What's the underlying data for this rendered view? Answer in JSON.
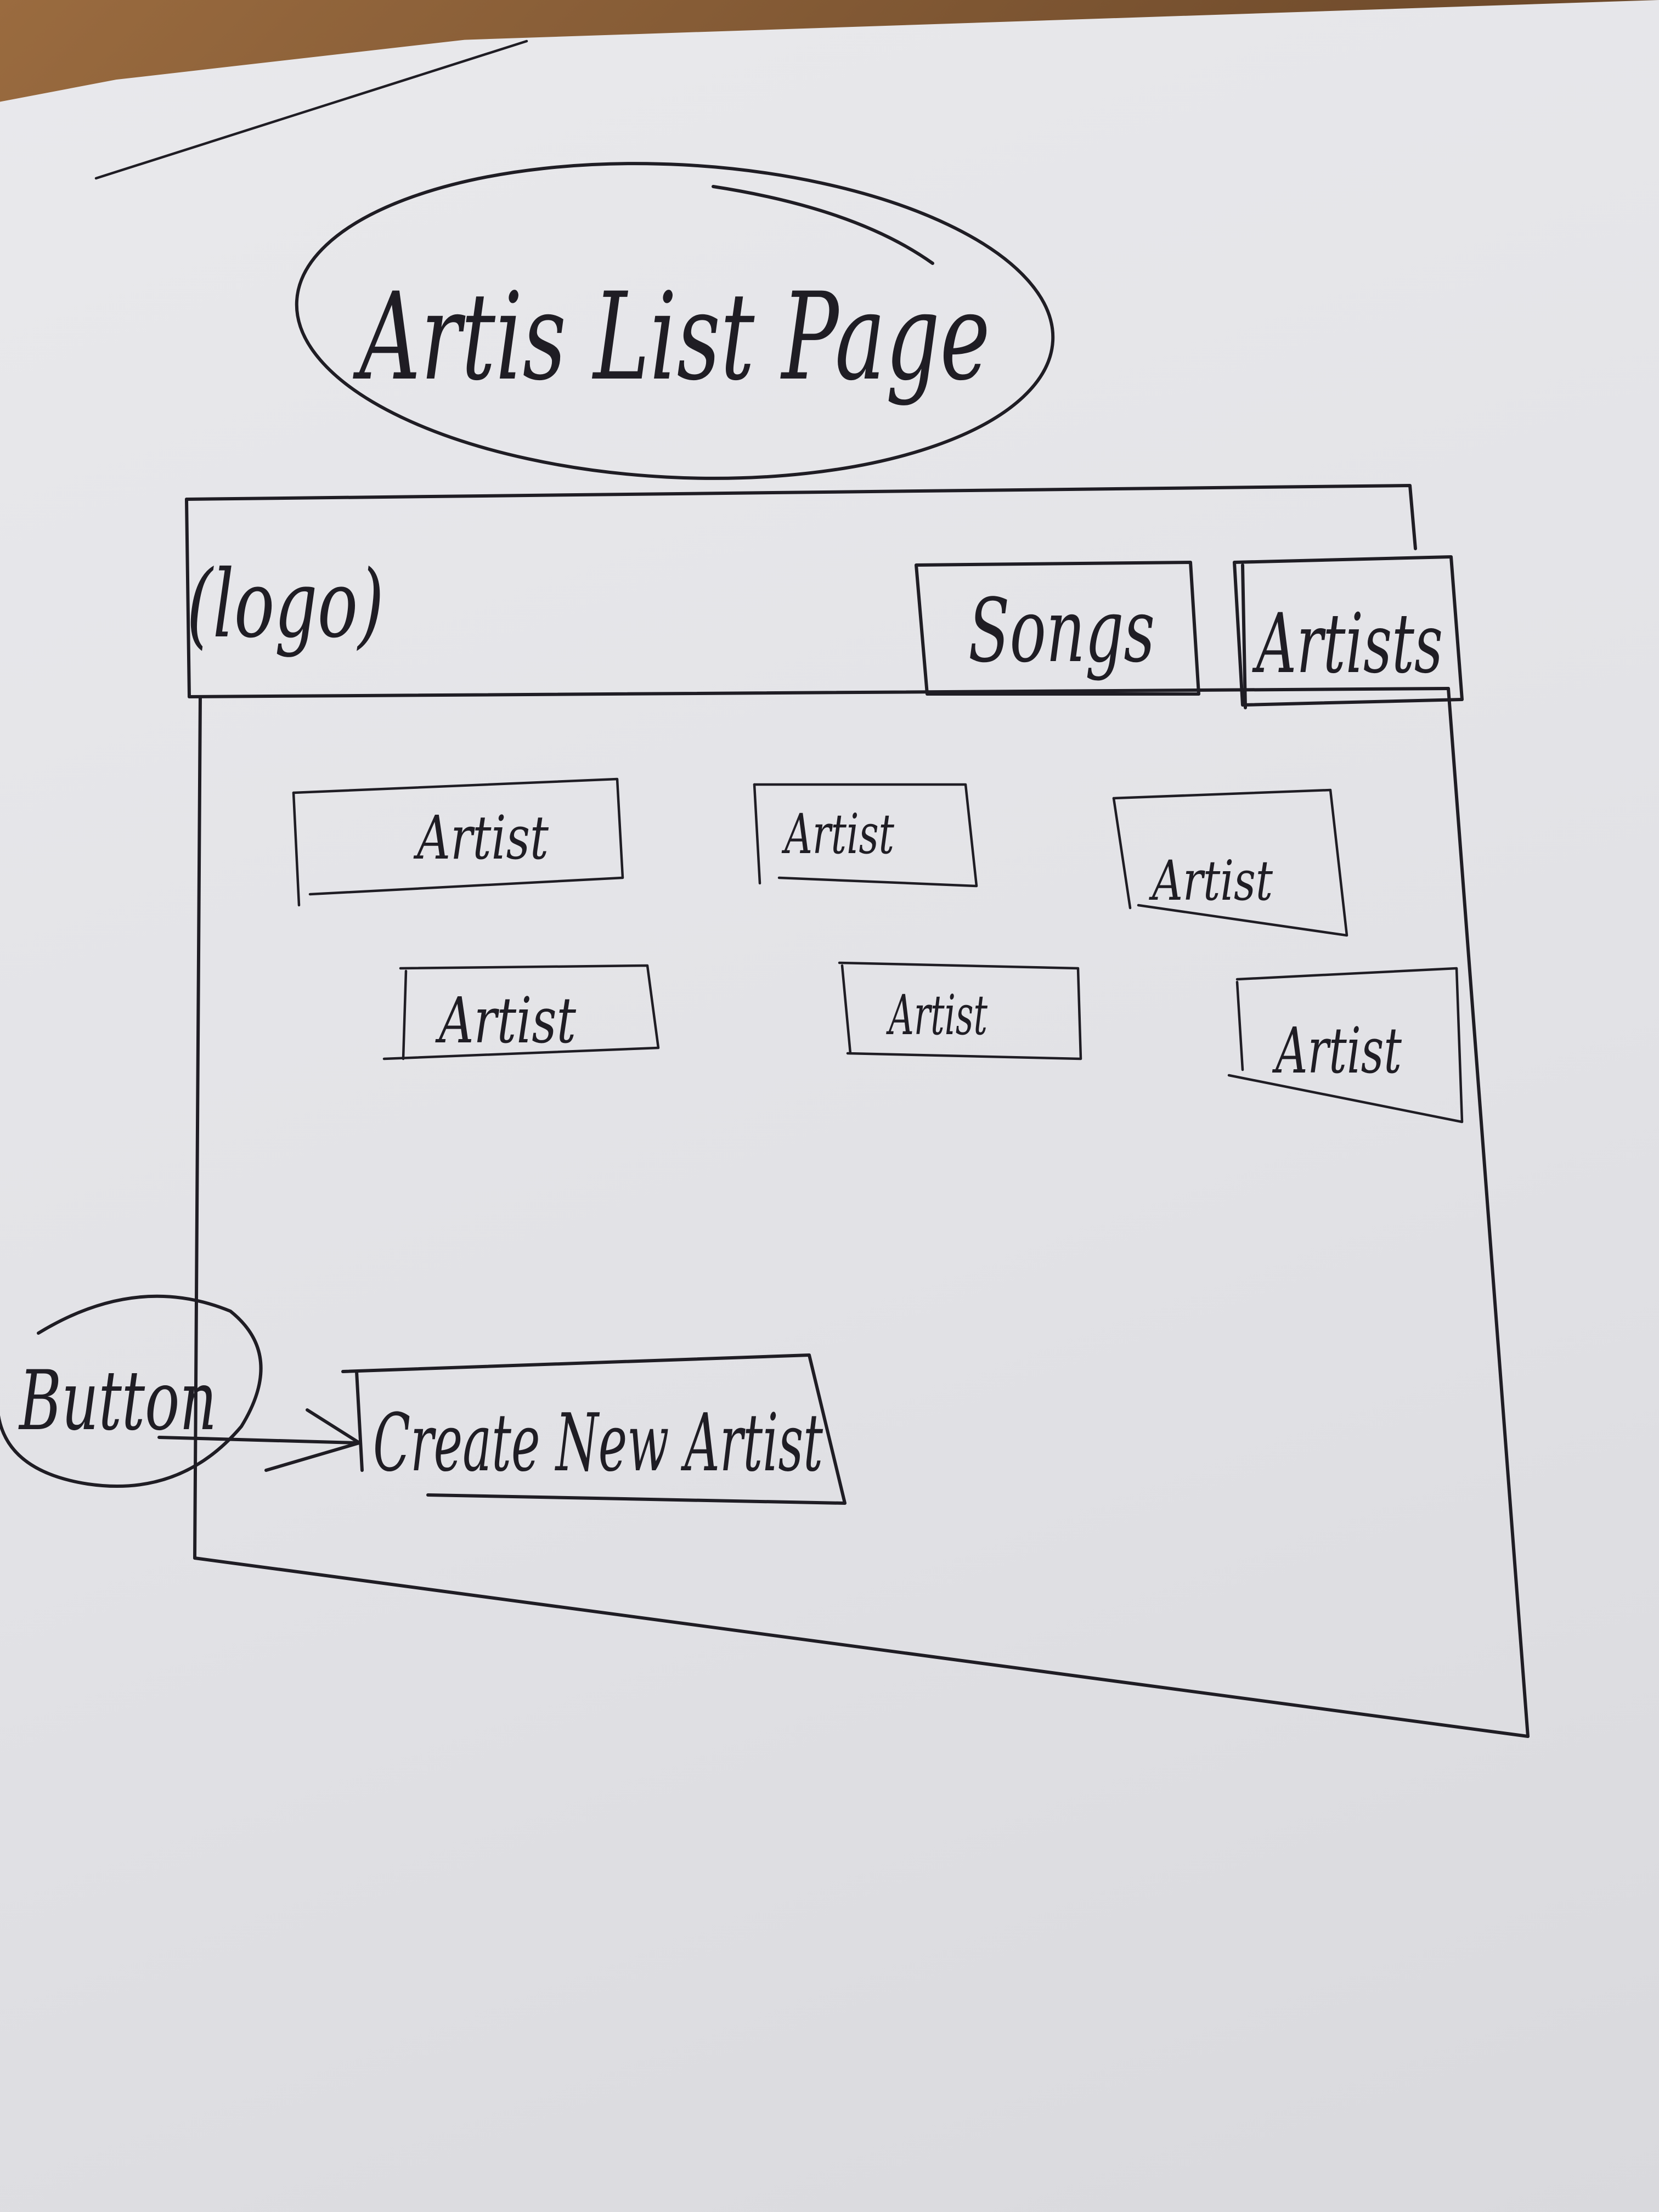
{
  "page_title": "Artis List Page",
  "header": {
    "logo": "(logo)",
    "nav": [
      {
        "label": "Songs"
      },
      {
        "label": "Artists"
      }
    ]
  },
  "artists": [
    {
      "label": "Artist"
    },
    {
      "label": "Artist"
    },
    {
      "label": "Artist"
    },
    {
      "label": "Artist"
    },
    {
      "label": "Artist"
    },
    {
      "label": "Artist"
    }
  ],
  "annotation": {
    "label": "Button"
  },
  "create_button": {
    "label": "Create New Artist"
  },
  "colors": {
    "ink": "#1f1d24",
    "paper": "#e4e4e8"
  }
}
